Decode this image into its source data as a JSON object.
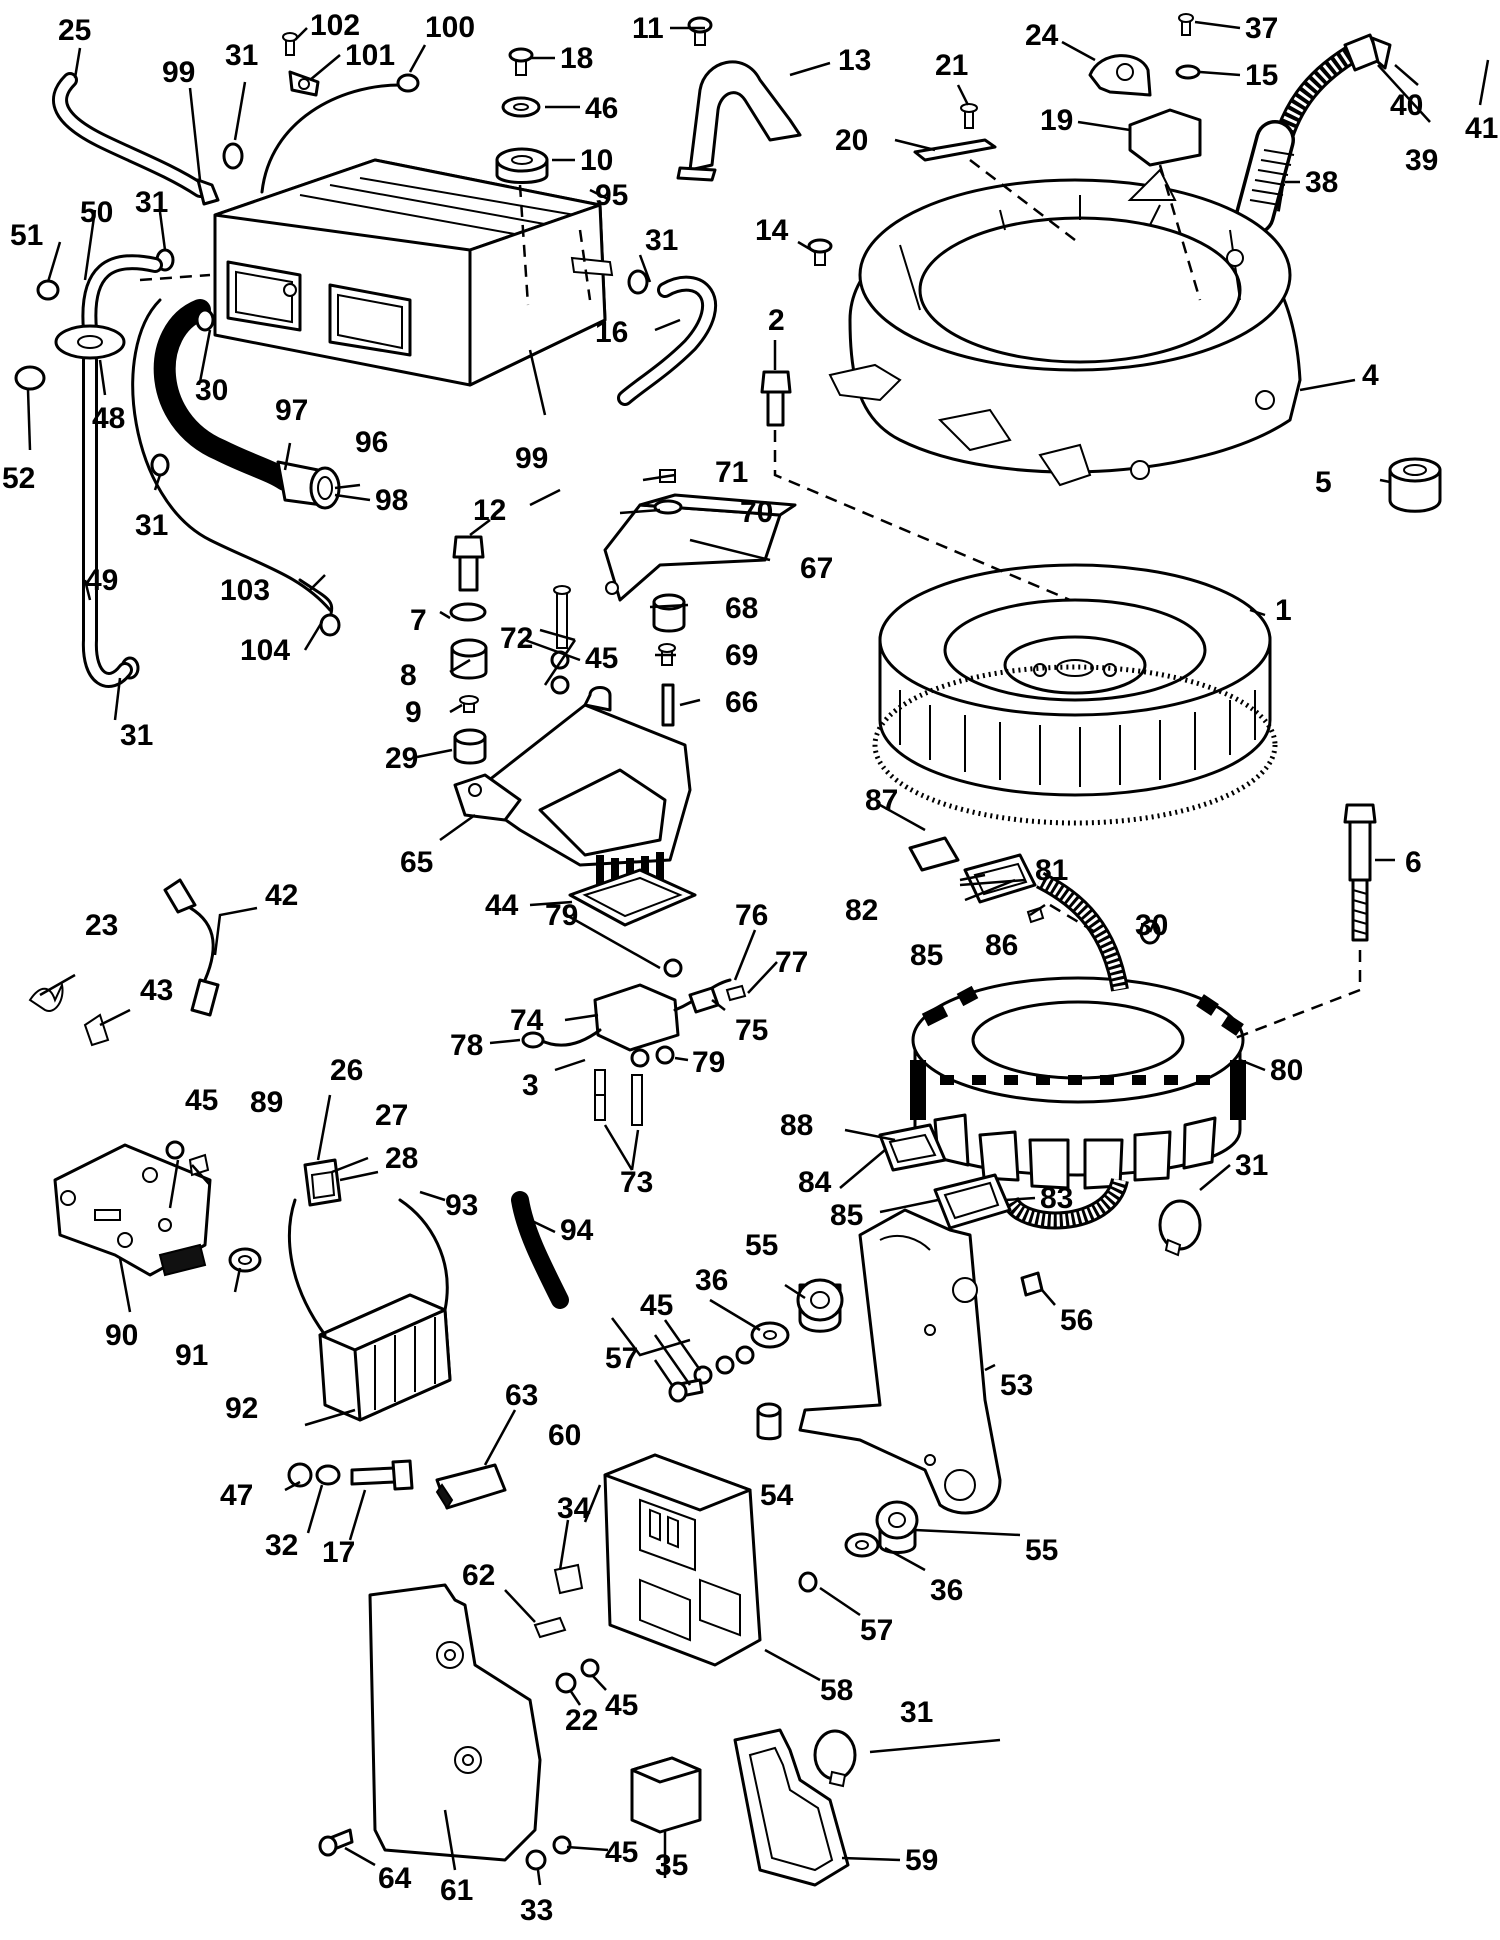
{
  "diagram": {
    "colors": {
      "ink": "#000000",
      "paper": "#ffffff"
    },
    "callout_numbers": [
      "1",
      "2",
      "3",
      "4",
      "5",
      "6",
      "7",
      "8",
      "9",
      "10",
      "11",
      "12",
      "13",
      "14",
      "15",
      "16",
      "17",
      "18",
      "19",
      "20",
      "21",
      "22",
      "23",
      "24",
      "25",
      "26",
      "27",
      "28",
      "29",
      "30",
      "31",
      "32",
      "33",
      "34",
      "35",
      "36",
      "37",
      "38",
      "39",
      "40",
      "41",
      "42",
      "43",
      "44",
      "45",
      "46",
      "47",
      "48",
      "49",
      "50",
      "51",
      "52",
      "53",
      "54",
      "55",
      "56",
      "57",
      "58",
      "59",
      "60",
      "61",
      "62",
      "63",
      "64",
      "65",
      "66",
      "67",
      "68",
      "69",
      "70",
      "71",
      "72",
      "73",
      "74",
      "75",
      "76",
      "77",
      "78",
      "79",
      "80",
      "81",
      "82",
      "83",
      "84",
      "85",
      "86",
      "87",
      "88",
      "89",
      "90",
      "91",
      "92",
      "93",
      "94",
      "95",
      "96",
      "97",
      "98",
      "99",
      "100",
      "101",
      "102",
      "103",
      "104"
    ],
    "parts": [
      {
        "id": "ecu-module",
        "icon": "ecu-module-icon"
      },
      {
        "id": "flywheel-cover",
        "icon": "flywheel-cover-icon"
      },
      {
        "id": "flywheel",
        "icon": "flywheel-icon"
      },
      {
        "id": "stator",
        "icon": "stator-icon"
      },
      {
        "id": "mounting-bracket",
        "icon": "mounting-bracket-icon"
      },
      {
        "id": "ignition-coil",
        "icon": "ignition-coil-icon"
      },
      {
        "id": "fuse-box",
        "icon": "fuse-box-icon"
      },
      {
        "id": "cover-plate",
        "icon": "cover-plate-icon"
      },
      {
        "id": "regulator-plate",
        "icon": "regulator-plate-icon"
      },
      {
        "id": "sensor-lead",
        "icon": "sensor-lead-icon"
      }
    ]
  }
}
